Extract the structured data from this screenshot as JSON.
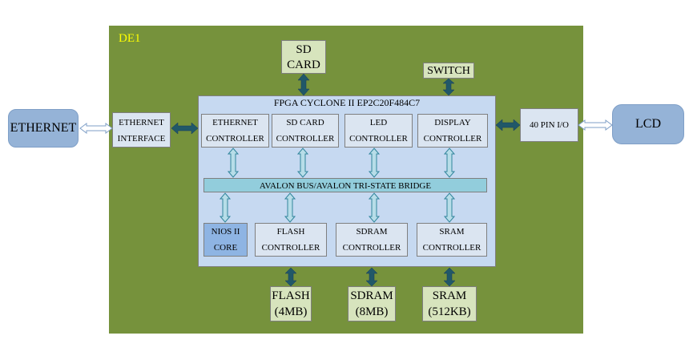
{
  "board_label": "DE1",
  "fpga_title": "FPGA CYCLONE  II EP2C20F484C7",
  "bus_label": "AVALON BUS/AVALON TRI-STATE BRIDGE",
  "ethernet": "ETHERNET",
  "lcd": "LCD",
  "ethernet_interface": [
    "ETHERNET",
    "INTERFACE"
  ],
  "pin_io": "40 PIN I/O",
  "sd_card": [
    "SD",
    "CARD"
  ],
  "switch": "SWITCH",
  "top_controllers": [
    [
      "ETHERNET",
      "CONTROLLER"
    ],
    [
      "SD CARD",
      "CONTROLLER"
    ],
    [
      "LED",
      "CONTROLLER"
    ],
    [
      "DISPLAY",
      "CONTROLLER"
    ]
  ],
  "bottom_blocks": [
    [
      "NIOS  II",
      "CORE"
    ],
    [
      "FLASH",
      "CONTROLLER"
    ],
    [
      "SDRAM",
      "CONTROLLER"
    ],
    [
      "SRAM",
      "CONTROLLER"
    ]
  ],
  "memories": [
    [
      "FLASH",
      "(4MB)"
    ],
    [
      "SDRAM",
      "(8MB)"
    ],
    [
      "SRAM",
      "(512KB)"
    ]
  ],
  "colors": {
    "board": "#76923c",
    "fpga": "#c6d9f1",
    "bus": "#92cddc",
    "arrow_dark": "#215868",
    "arrow_light": "#b7dde8"
  }
}
